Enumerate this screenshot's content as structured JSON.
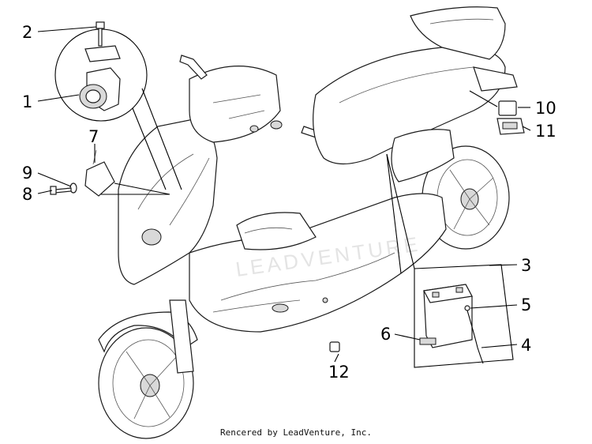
{
  "callouts": [
    {
      "id": "1",
      "part": "horn"
    },
    {
      "id": "2",
      "part": "screw"
    },
    {
      "id": "3",
      "part": "battery"
    },
    {
      "id": "4",
      "part": "breather-tube"
    },
    {
      "id": "5",
      "part": "breather-fitting"
    },
    {
      "id": "6",
      "part": "pad"
    },
    {
      "id": "7",
      "part": "relay"
    },
    {
      "id": "8",
      "part": "screw"
    },
    {
      "id": "9",
      "part": "washer"
    },
    {
      "id": "10",
      "part": "relay-cover"
    },
    {
      "id": "11",
      "part": "relay"
    },
    {
      "id": "12",
      "part": "fuse"
    }
  ],
  "watermark": "LEADVENTURE",
  "footer": "Rencered by LeadVenture, Inc."
}
